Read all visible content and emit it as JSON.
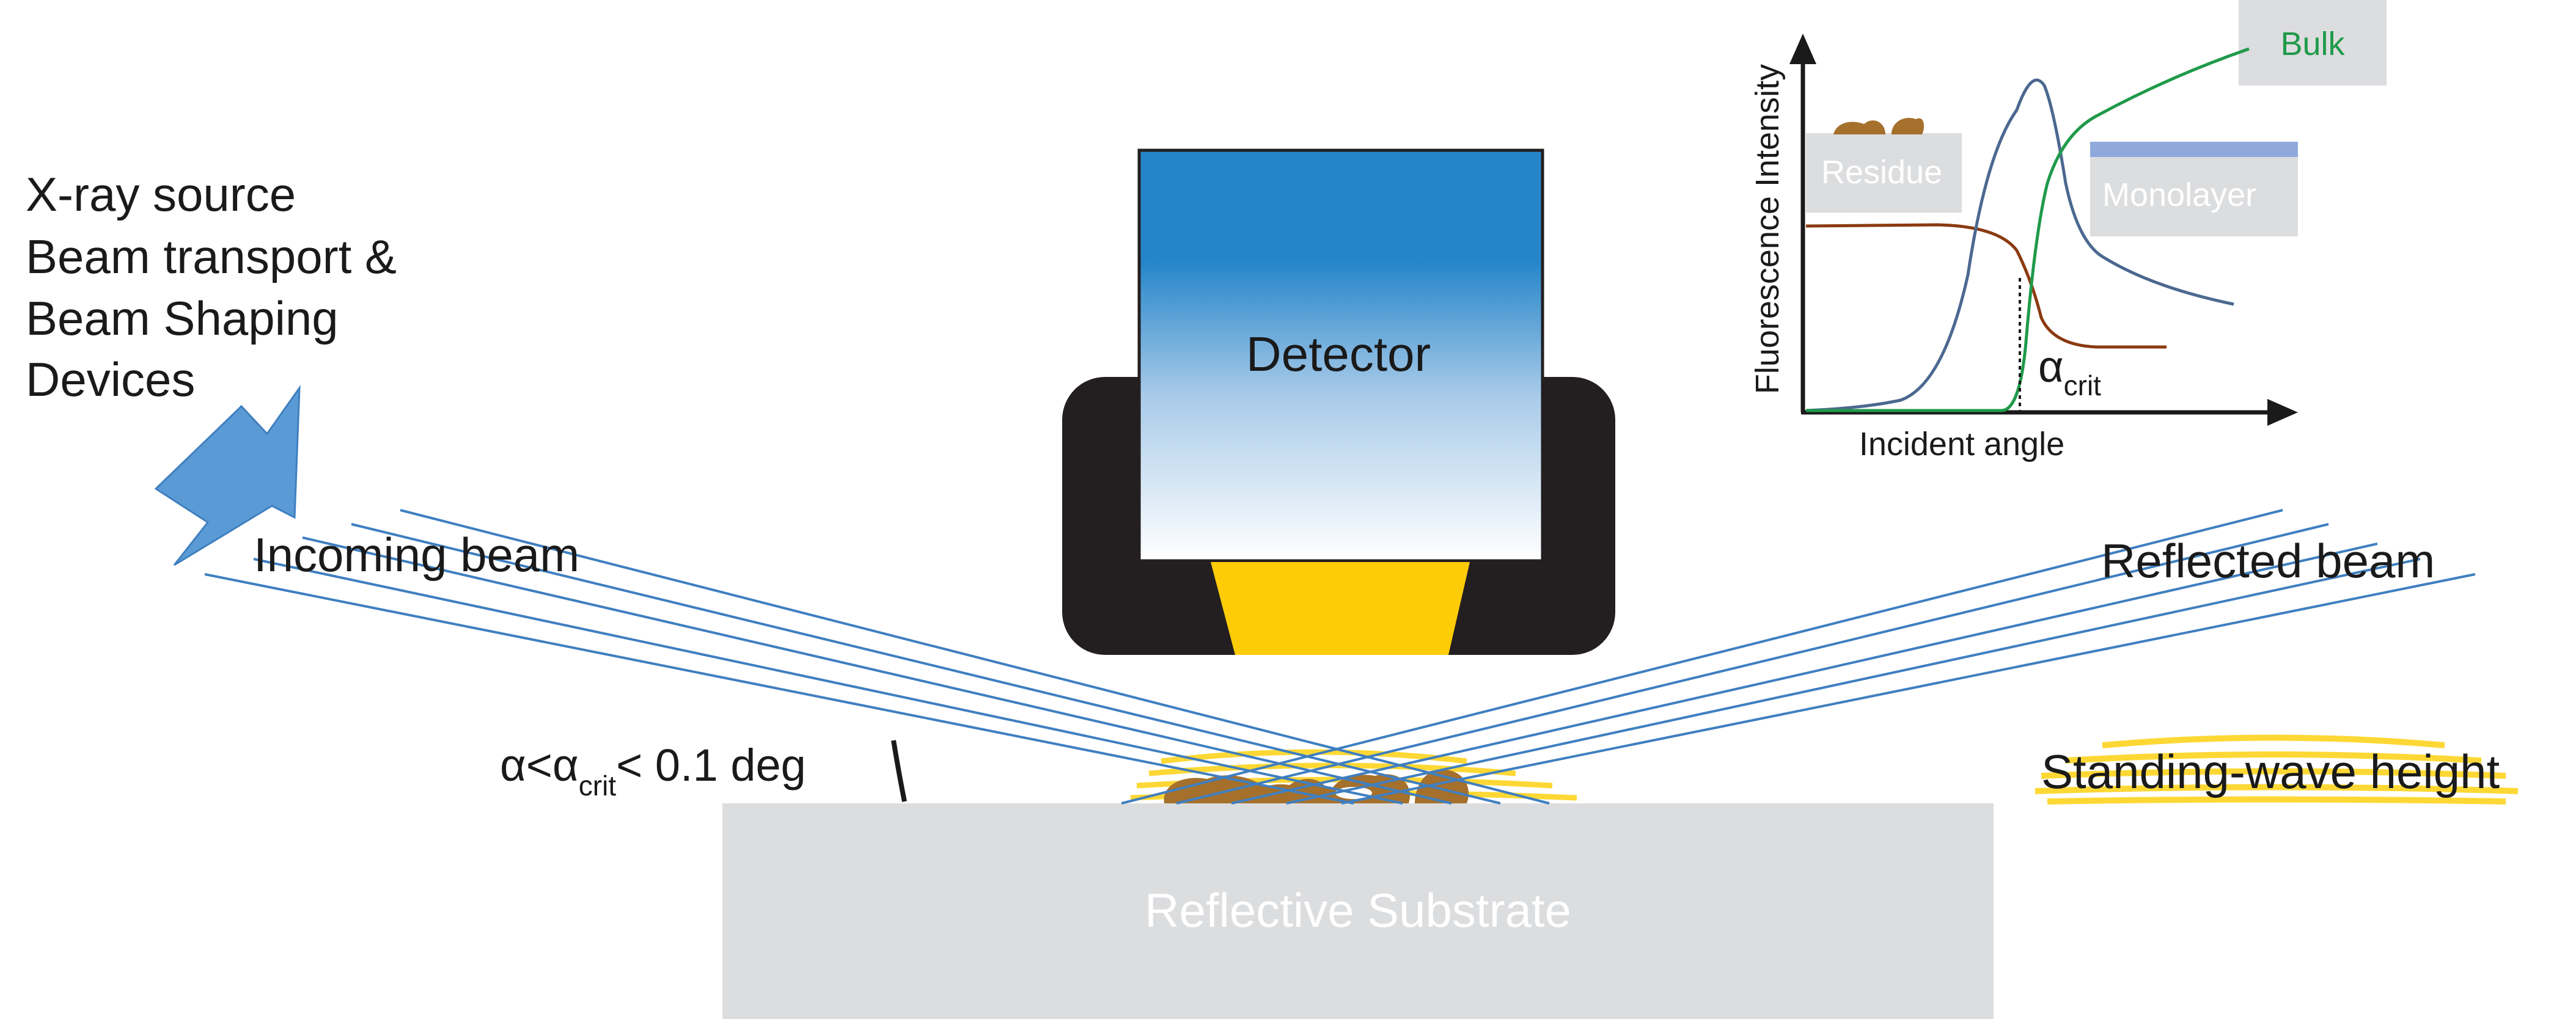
{
  "labels": {
    "source_line1": "X-ray source",
    "source_line2": "Beam transport &",
    "source_line3": "Beam Shaping",
    "source_line4": "Devices",
    "incoming_beam": "Incoming beam",
    "reflected_beam": "Reflected beam",
    "detector": "Detector",
    "substrate": "Reflective Substrate",
    "angle_alpha": "α<α",
    "angle_crit_sub": "crit",
    "angle_value": "< 0.1 deg",
    "standing_wave": "Standing-wave height"
  },
  "inset": {
    "ylabel": "Fluorescence Intensity",
    "xlabel": "Incident angle",
    "alpha_symbol": "α",
    "alpha_sub": "crit",
    "legend_residue": "Residue",
    "legend_monolayer": "Monolayer",
    "legend_bulk": "Bulk"
  },
  "colors": {
    "beam": "#3f7fc0",
    "source_arrow": "#5b9bd5",
    "detector_top": "#2585c9",
    "detector_housing": "#231f20",
    "detector_window": "#fecc07",
    "substrate": "#dcdddf",
    "residue": "#a5702c",
    "standing_wave": "#fdd835",
    "curve_residue": "#8b3a10",
    "curve_monolayer": "#4b6890",
    "curve_bulk": "#1f9a4a",
    "monolayer_bar": "#8fa9dc",
    "legend_box": "#dcdddf"
  }
}
